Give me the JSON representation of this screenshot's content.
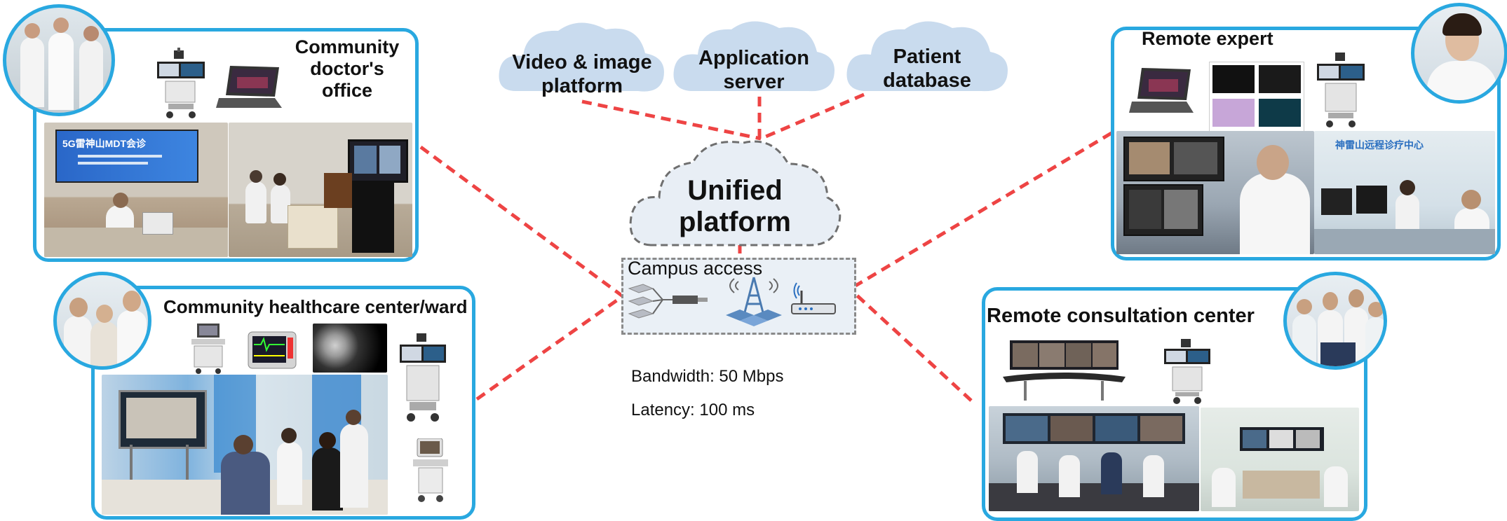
{
  "clouds": {
    "video": {
      "line1": "Video & image",
      "line2": "platform"
    },
    "application": {
      "line1": "Application",
      "line2": "server"
    },
    "patient": {
      "line1": "Patient",
      "line2": "database"
    }
  },
  "unified": {
    "line1": "Unified",
    "line2": "platform"
  },
  "campus": {
    "label": "Campus access"
  },
  "stats": {
    "bandwidth": "Bandwidth: 50 Mbps",
    "latency": "Latency: 100 ms"
  },
  "panels": {
    "community_doctor": {
      "line1": "Community",
      "line2": "doctor's office",
      "screen_text": "5G雷神山MDT会诊"
    },
    "community_center": {
      "title": "Community healthcare center/ward"
    },
    "remote_expert": {
      "title": "Remote expert",
      "screen_text": "神雷山远程诊疗中心"
    },
    "remote_center": {
      "title": "Remote consultation center"
    }
  },
  "colors": {
    "accent": "#29a8e0",
    "connector": "#ee4444",
    "cloud_fill": "#c9dbee",
    "unified_fill": "#e8eef5"
  }
}
